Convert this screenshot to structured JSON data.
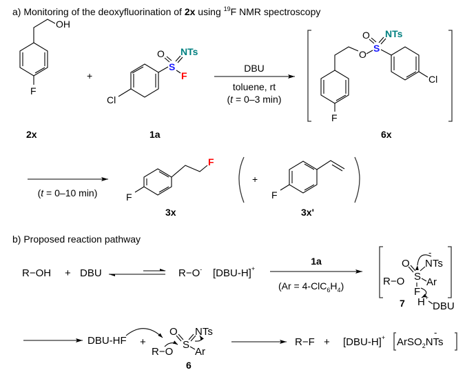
{
  "section_a": {
    "heading_prefix": "a) Monitoring of the deoxyfluorination of ",
    "heading_bold": "2x",
    "heading_mid": " using ",
    "heading_sup": "19",
    "heading_suffix": "F NMR spectroscopy",
    "plus_1": "+",
    "compound_2x": {
      "label": "2x",
      "oh": "OH",
      "f": "F"
    },
    "compound_1a": {
      "label": "1a",
      "o": "O",
      "s": "S",
      "nts": "NTs",
      "f": "F",
      "cl": "Cl"
    },
    "arrow_1": {
      "above": "DBU",
      "below_1": "toluene, rt",
      "below_2_prefix": "(",
      "below_2_italic": "t",
      "below_2_suffix": " = 0–3 min)"
    },
    "compound_6x": {
      "label": "6x",
      "o1": "O",
      "o2": "O",
      "s": "S",
      "nts": "NTs",
      "f": "F",
      "cl": "Cl"
    },
    "arrow_2": {
      "below_prefix": "(",
      "below_italic": "t",
      "below_suffix": " = 0–10 min)"
    },
    "compound_3x": {
      "label": "3x",
      "f1": "F",
      "f2": "F"
    },
    "plus_2": "+",
    "compound_3x_prime": {
      "label": "3x'",
      "f": "F"
    }
  },
  "section_b": {
    "heading": "b) Proposed reaction pathway",
    "row1": {
      "roh": "R−OH",
      "plus": "+",
      "dbu": "DBU",
      "ro": "R−O",
      "minus": "-",
      "dbuh": "[DBU-H]",
      "plus_charge": "+",
      "arrow_above": "1a",
      "arrow_below": "(Ar = 4-ClC",
      "arrow_below_sub1": "6",
      "arrow_below_mid": "H",
      "arrow_below_sub2": "4",
      "arrow_below_end": ")"
    },
    "intermediate_7": {
      "label": "7",
      "o": "O",
      "s": "S",
      "nts": "NTs",
      "n_charge": "-",
      "ro": "R−O",
      "ar": "Ar",
      "f": "F",
      "h": "H",
      "h_charge": "+",
      "dbu": "DBU"
    },
    "row2": {
      "dbuhf": "DBU-HF",
      "plus1": "+",
      "compound_6": {
        "label": "6",
        "o": "O",
        "s": "S",
        "nts": "NTs",
        "ro": "R−O",
        "ar": "Ar"
      },
      "rf": "R−F",
      "plus2": "+",
      "dbuh": "[DBU-H]",
      "dbuh_charge": "+",
      "anion": "ArSO",
      "anion_sub": "2",
      "anion_end": "NTs",
      "anion_charge": "-"
    }
  },
  "colors": {
    "sulfur": "#1a1aff",
    "nts": "#008080",
    "fluorine": "#ff0000",
    "text": "#000000",
    "bracket": "#333333"
  }
}
